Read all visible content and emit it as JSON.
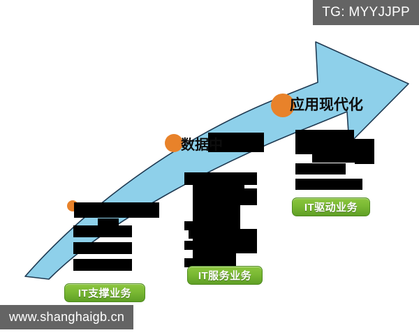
{
  "watermarks": {
    "top_right": "TG: MYYJJPP",
    "bottom_left": "www.shanghaigb.cn"
  },
  "diagram": {
    "type": "upward-growth-arrow",
    "arrow_color": "#8ed0ea",
    "arrow_outline_color": "#1f3a52",
    "milestone_marker_color": "#e8822a",
    "background_color": "#ffffff"
  },
  "stage_labels": [
    {
      "id": "data-center",
      "text": "数据中",
      "note_visible": "partially covered by redaction block"
    },
    {
      "id": "app-modernization",
      "text": "应用现代化"
    }
  ],
  "milestones": [
    {
      "id": "milestone-1",
      "label": "",
      "marker_size": "small"
    },
    {
      "id": "milestone-2",
      "label": "数据中",
      "marker_size": "medium"
    },
    {
      "id": "milestone-3",
      "label": "应用现代化",
      "marker_size": "large"
    }
  ],
  "badges": [
    {
      "id": "badge-it-support",
      "label": "IT支撑业务",
      "color": "#79b833"
    },
    {
      "id": "badge-it-service",
      "label": "IT服务业务",
      "color": "#79b833"
    },
    {
      "id": "badge-it-driven",
      "label": "IT驱动业务",
      "color": "#79b833"
    }
  ],
  "redactions": {
    "description": "Black rectangular blocks covering original caption text",
    "count": 22,
    "color": "#000000",
    "columns": [
      {
        "id": "column-left",
        "badge": "IT支撑业务"
      },
      {
        "id": "column-middle",
        "badge": "IT服务业务"
      },
      {
        "id": "column-right",
        "badge": "IT驱动业务"
      }
    ]
  }
}
